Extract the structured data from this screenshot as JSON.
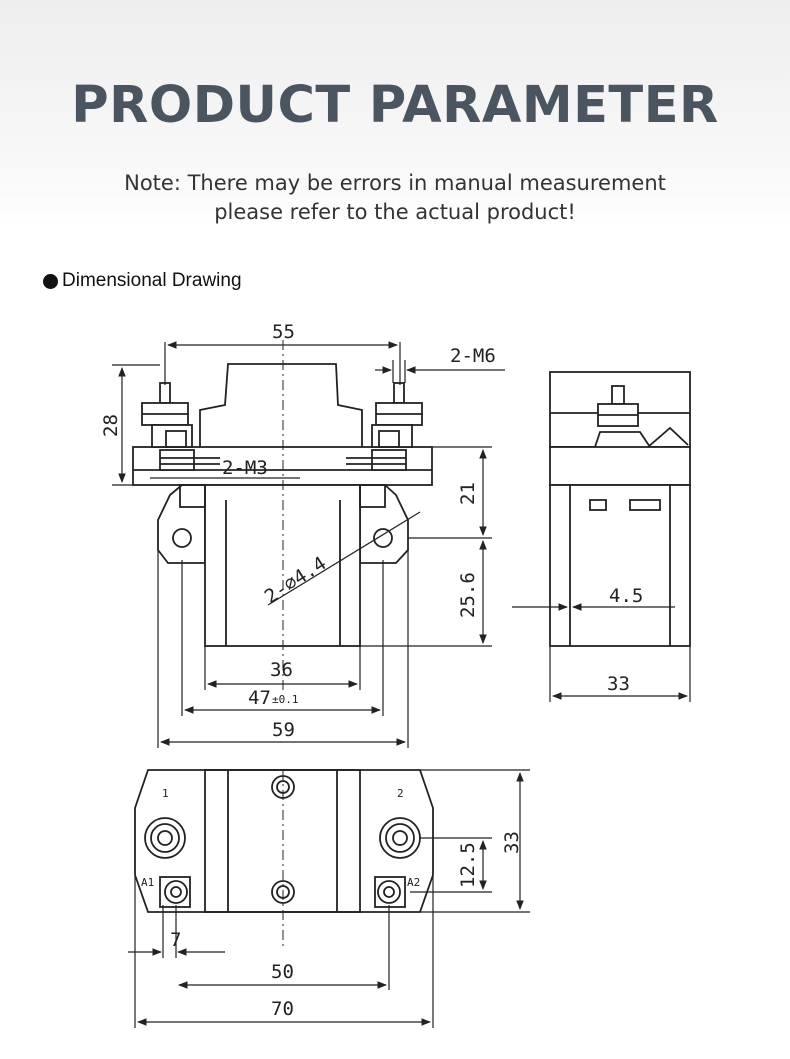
{
  "header": {
    "title": "PRODUCT PARAMETER",
    "note_line1": "Note: There may be errors in manual measurement",
    "note_line2": "please refer to the actual product!"
  },
  "section": {
    "label": "Dimensional Drawing"
  },
  "drawing": {
    "front": {
      "width_top": "55",
      "terminal_thread": "2-M6",
      "height_top": "28",
      "aux_thread": "2-M3",
      "height_mid": "21",
      "hole_spec": "2-∅4.4",
      "height_low": "25.6",
      "body_width": "36",
      "hole_pitch": "47",
      "hole_pitch_tol": "±0.1",
      "overall_width": "59"
    },
    "side": {
      "offset": "4.5",
      "depth": "33"
    },
    "top": {
      "terminal_1": "1",
      "terminal_2": "2",
      "coil_a1": "A1",
      "coil_a2": "A2",
      "depth": "33",
      "coil_offset": "12.5",
      "coil_edge": "7",
      "terminal_pitch": "50",
      "overall_width": "70"
    }
  }
}
